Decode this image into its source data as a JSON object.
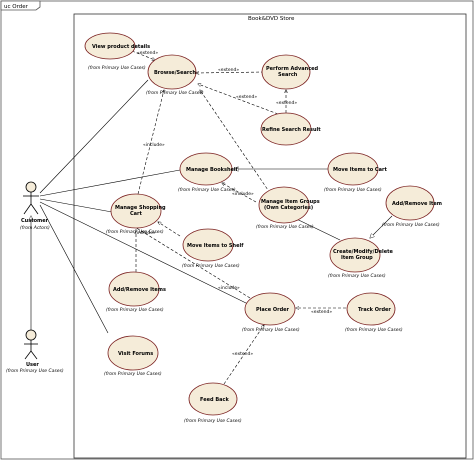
{
  "frame": {
    "tab": "uc Order"
  },
  "system": {
    "name": "Book&DVD Store"
  },
  "actors": {
    "customer": {
      "name": "Customer",
      "origin": "(from Actors)"
    },
    "user": {
      "name": "User",
      "origin": "(from Primary Use Cases)"
    }
  },
  "use_cases": {
    "view_product": {
      "line1": "View product details",
      "line2": "",
      "origin": "(from Primary Use Cases)"
    },
    "browse_search": {
      "line1": "Browse/Search",
      "line2": "",
      "origin": "(from Primary Use Cases)"
    },
    "advanced_search": {
      "line1": "Perform Advanced",
      "line2": "Search",
      "origin": ""
    },
    "refine_search": {
      "line1": "Refine Search Result",
      "line2": "",
      "origin": ""
    },
    "manage_bookshelf": {
      "line1": "Manage Bookshelf",
      "line2": "",
      "origin": "(from Primary Use Cases)"
    },
    "move_to_cart": {
      "line1": "Move Items to Cart",
      "line2": "",
      "origin": "(from Primary Use Cases)"
    },
    "manage_cart": {
      "line1": "Manage Shopping",
      "line2": "Cart",
      "origin": "(from Primary Use Cases)"
    },
    "manage_item_groups": {
      "line1": "Manage Item Groups",
      "line2": "(Own Categories)",
      "origin": "(from Primary Use Cases)"
    },
    "add_remove_item": {
      "line1": "Add/Remove Item",
      "line2": "",
      "origin": "(from Primary Use Cases)"
    },
    "move_to_shelf": {
      "line1": "Move Items to Shelf",
      "line2": "",
      "origin": "(from Primary Use Cases)"
    },
    "add_remove_items": {
      "line1": "Add/Remove Items",
      "line2": "",
      "origin": "(from Primary Use Cases)"
    },
    "create_item_group": {
      "line1": "Create/Modify/Delete",
      "line2": "Item Group",
      "origin": "(from Primary Use Cases)"
    },
    "place_order": {
      "line1": "Place Order",
      "line2": "",
      "origin": "(from Primary Use Cases)"
    },
    "track_order": {
      "line1": "Track Order",
      "line2": "",
      "origin": "(from Primary Use Cases)"
    },
    "visit_forums": {
      "line1": "Visit Forums",
      "line2": "",
      "origin": "(from Primary Use Cases)"
    },
    "feed_back": {
      "line1": "Feed Back",
      "line2": "",
      "origin": "(from Primary Use Cases)"
    }
  },
  "stereotypes": {
    "extend": "«extend»",
    "include": "«include»"
  },
  "colors": {
    "usecase_fill": "#f5ecd9",
    "usecase_stroke": "#7a1f1f",
    "line": "#000000",
    "frame": "#555555"
  }
}
